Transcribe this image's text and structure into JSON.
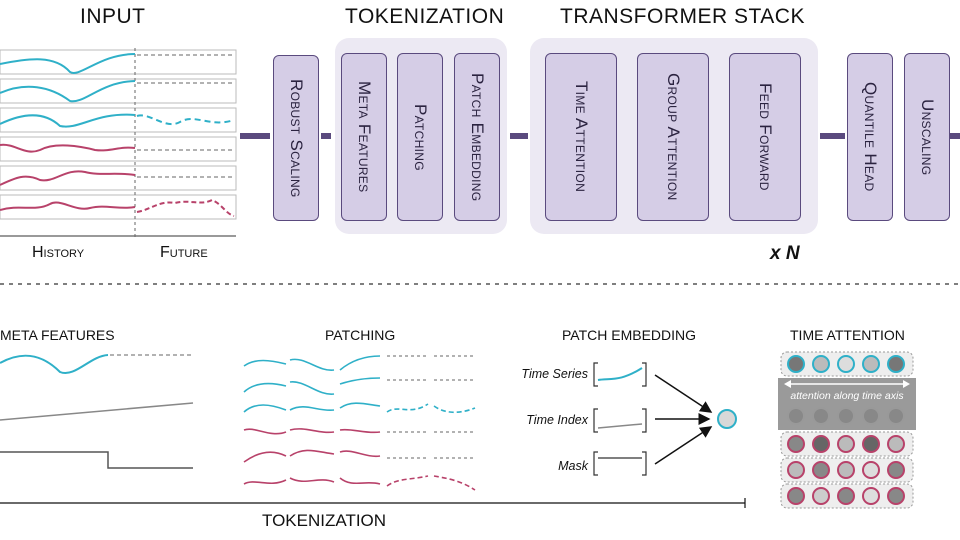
{
  "top": {
    "input_title": "INPUT",
    "tokenization_title": "TOKENIZATION",
    "transformer_title": "TRANSFORMER STACK",
    "history_label": "History",
    "future_label": "Future",
    "repeat_label": "x N"
  },
  "blocks": {
    "robust_scaling": "Robust Scaling",
    "meta_features": "Meta Features",
    "patching": "Patching",
    "patch_embedding": "Patch Embedding",
    "time_attention": "Time Attention",
    "group_attention": "Group Attention",
    "feed_forward": "Feed Forward",
    "quantile_head": "Quantile Head",
    "unscaling": "Unscaling"
  },
  "bottom": {
    "meta_features_title": "META FEATURES",
    "patching_title": "PATCHING",
    "patch_embedding_title": "PATCH EMBEDDING",
    "time_attention_title": "TIME ATTENTION",
    "time_series_label": "Time Series",
    "time_index_label": "Time Index",
    "mask_label": "Mask",
    "attention_caption": "attention along time axis",
    "tokenization_footer": "TOKENIZATION"
  },
  "colors": {
    "blue_series": "#2fb0c8",
    "red_series": "#b8426a",
    "block_fill": "#d5cde6",
    "block_border": "#5a4a7e",
    "panel_fill": "#ece9f3"
  }
}
